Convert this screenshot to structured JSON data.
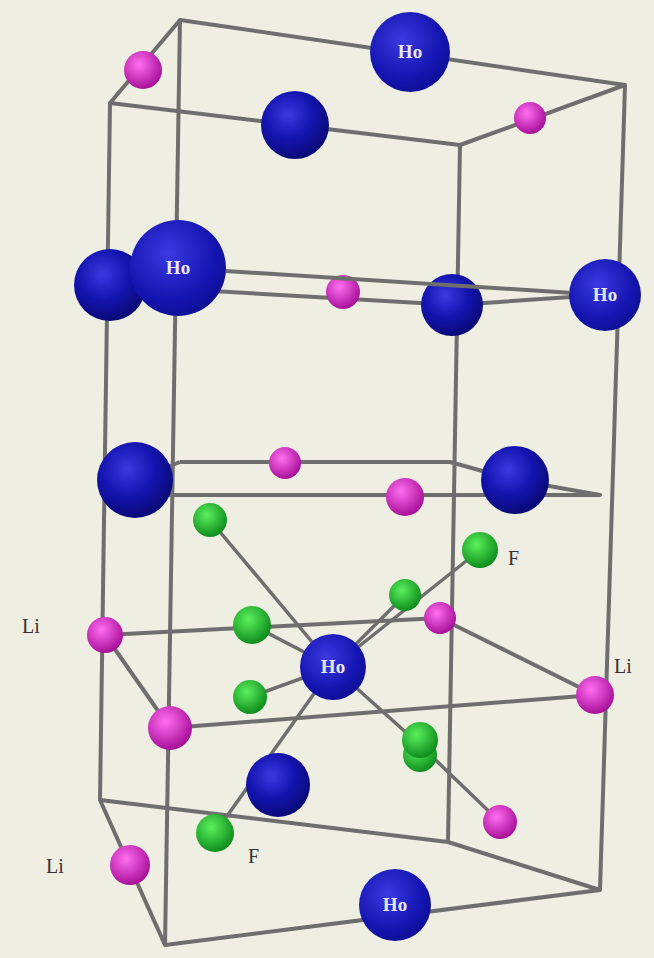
{
  "diagram": {
    "nodes": [
      {
        "text": [
          "Ho"
        ]
      },
      {
        "text": [
          "Ho"
        ]
      },
      {
        "text": [
          "Ho"
        ]
      },
      {
        "text": [
          "Ho"
        ]
      },
      {
        "text": [
          "Ho"
        ]
      }
    ],
    "edges": [
      {
        "from": 1,
        "to": 2,
        "arrow": "none"
      }
    ],
    "labels": [
      "F",
      "Li",
      "Li",
      "Li",
      "F"
    ]
  }
}
